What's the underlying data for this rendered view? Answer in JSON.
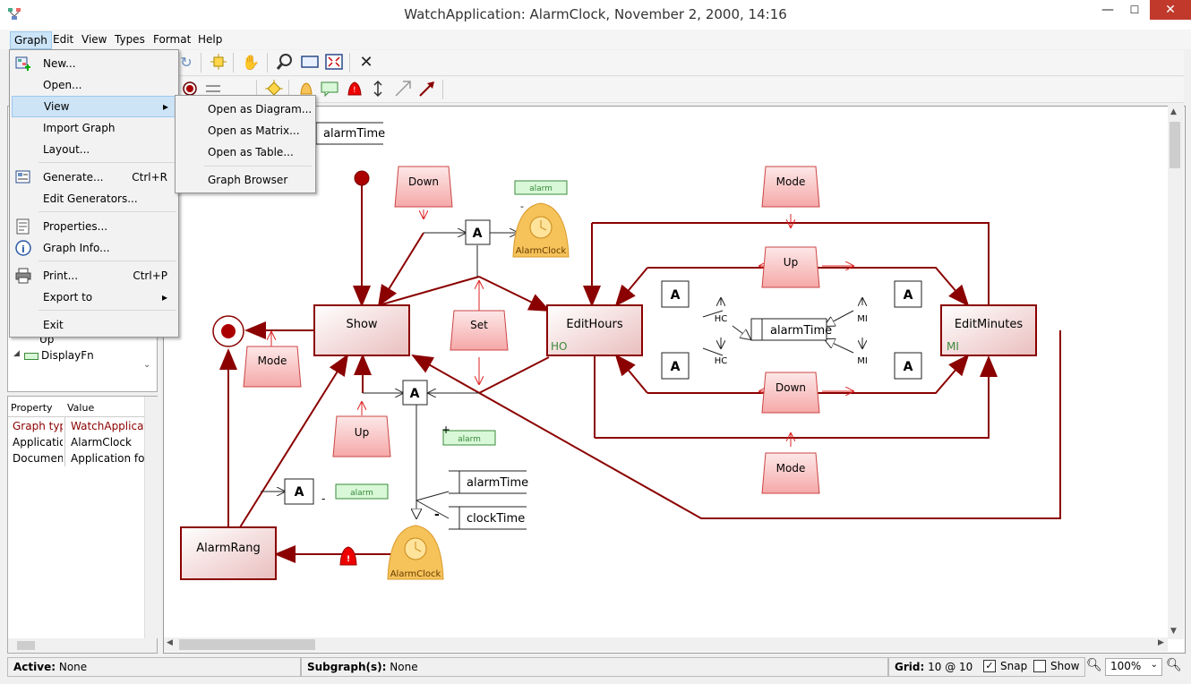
{
  "window": {
    "title": "WatchApplication: AlarmClock, November 2, 2000, 14:16",
    "min": "—",
    "max": "☐",
    "close": "✕"
  },
  "menubar": {
    "items": [
      "Graph",
      "Edit",
      "View",
      "Types",
      "Format",
      "Help"
    ]
  },
  "graph_menu": {
    "items": [
      {
        "label": "New...",
        "shortcut": ""
      },
      {
        "label": "Open...",
        "shortcut": ""
      },
      {
        "label": "View",
        "shortcut": "▸"
      },
      {
        "label": "Import Graph",
        "shortcut": ""
      },
      {
        "label": "Layout...",
        "shortcut": ""
      },
      {
        "label": "Generate...",
        "shortcut": "Ctrl+R"
      },
      {
        "label": "Edit Generators...",
        "shortcut": ""
      },
      {
        "label": "Properties...",
        "shortcut": ""
      },
      {
        "label": "Graph Info...",
        "shortcut": ""
      },
      {
        "label": "Print...",
        "shortcut": "Ctrl+P"
      },
      {
        "label": "Export to",
        "shortcut": "▸"
      },
      {
        "label": "Exit",
        "shortcut": ""
      }
    ]
  },
  "view_submenu": {
    "items": [
      "Open as Diagram...",
      "Open as Matrix...",
      "Open as Table...",
      "Graph Browser"
    ]
  },
  "tree": {
    "items": [
      "Up",
      "DisplayFn"
    ]
  },
  "properties": {
    "headers": [
      "Property",
      "Value"
    ],
    "rows": [
      {
        "name": "Graph type",
        "value": "WatchApplicati"
      },
      {
        "name": "Applicatio",
        "value": "AlarmClock"
      },
      {
        "name": "Document",
        "value": "Application for"
      }
    ]
  },
  "status": {
    "active_label": "Active:",
    "active_value": "None",
    "subgraph_label": "Subgraph(s):",
    "subgraph_value": "None",
    "grid_label": "Grid:",
    "grid_value": "10 @ 10",
    "snap_label": "Snap",
    "show_label": "Show",
    "zoom": "100%"
  },
  "diagram": {
    "states": {
      "show": "Show",
      "edit_hours": "EditHours",
      "edit_minutes": "EditMinutes",
      "alarm_rang": "AlarmRang"
    },
    "events": {
      "down": "Down",
      "up": "Up",
      "set": "Set",
      "mode": "Mode"
    },
    "actions": {
      "a": "A"
    },
    "data": {
      "alarm_time": "alarmTime",
      "clock_time": "clockTime"
    },
    "flags": {
      "alarm": "alarm",
      "plus": "+",
      "minus": "-"
    },
    "labels": {
      "alarm_clock": "AlarmClock",
      "hc": "HC",
      "mi": "MI",
      "ho_tag": "HO",
      "mi_tag": "MI"
    }
  },
  "colors": {
    "state_stroke": "#8b0000",
    "event_fill": "#f8c8c8",
    "state_fill": "#f8e0e0",
    "flag_fill": "#d8f8d8",
    "flag_text": "#3a8a3a",
    "edge": "#8b0000",
    "bell": "#f6c25a"
  }
}
